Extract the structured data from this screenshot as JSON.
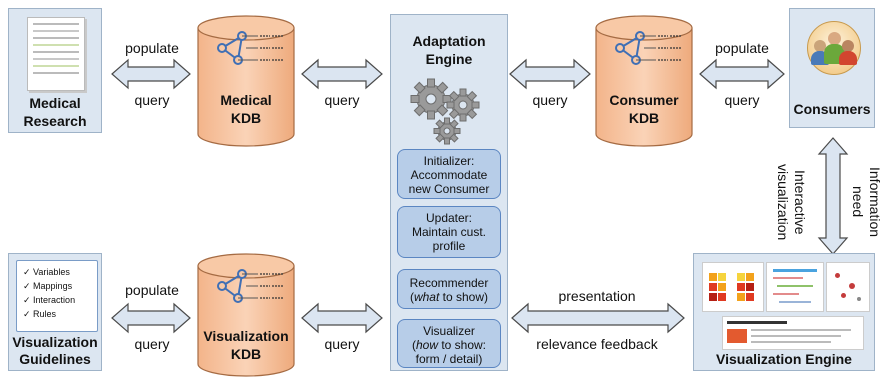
{
  "nodes": {
    "medical_research": "Medical Research",
    "medical_research_l1": "Medical",
    "medical_research_l2": "Research",
    "visualization_guidelines_l1": "Visualization",
    "visualization_guidelines_l2": "Guidelines",
    "consumers": "Consumers",
    "visualization_engine": "Visualization Engine"
  },
  "databases": {
    "medical_l1": "Medical",
    "medical_l2": "KDB",
    "consumer_l1": "Consumer",
    "consumer_l2": "KDB",
    "visualization_l1": "Visualization",
    "visualization_l2": "KDB"
  },
  "engine": {
    "title_l1": "Adaptation",
    "title_l2": "Engine",
    "initializer_l1": "Initializer:",
    "initializer_l2": "Accommodate",
    "initializer_l3": "new Consumer",
    "updater_l1": "Updater:",
    "updater_l2": "Maintain cust.",
    "updater_l3": "profile",
    "recommender_l1": "Recommender",
    "recommender_what": "what",
    "recommender_l2_rest": " to show)",
    "visualizer_l1": "Visualizer",
    "visualizer_how": "how",
    "visualizer_l2_rest": " to show:",
    "visualizer_l3": "form / detail)"
  },
  "guidelines_list": [
    "Variables",
    "Mappings",
    "Interaction",
    "Rules"
  ],
  "edges": {
    "populate_1": "populate",
    "query_1": "query",
    "query_2": "query",
    "query_3": "query",
    "populate_2": "populate",
    "query_4": "query",
    "populate_3": "populate",
    "query_5": "query",
    "query_6": "query",
    "presentation": "presentation",
    "relevance_feedback": "relevance feedback",
    "interactive": "Interactive",
    "visualization": "visualization",
    "information": "Information",
    "need": "need"
  },
  "colors": {
    "box_fill": "#dce6f1",
    "cylinder_fill": "#f8c9a6",
    "cylinder_stroke": "#a56b43",
    "subbox_fill": "#b7cde8",
    "arrow_fill": "#dbe5f1"
  }
}
